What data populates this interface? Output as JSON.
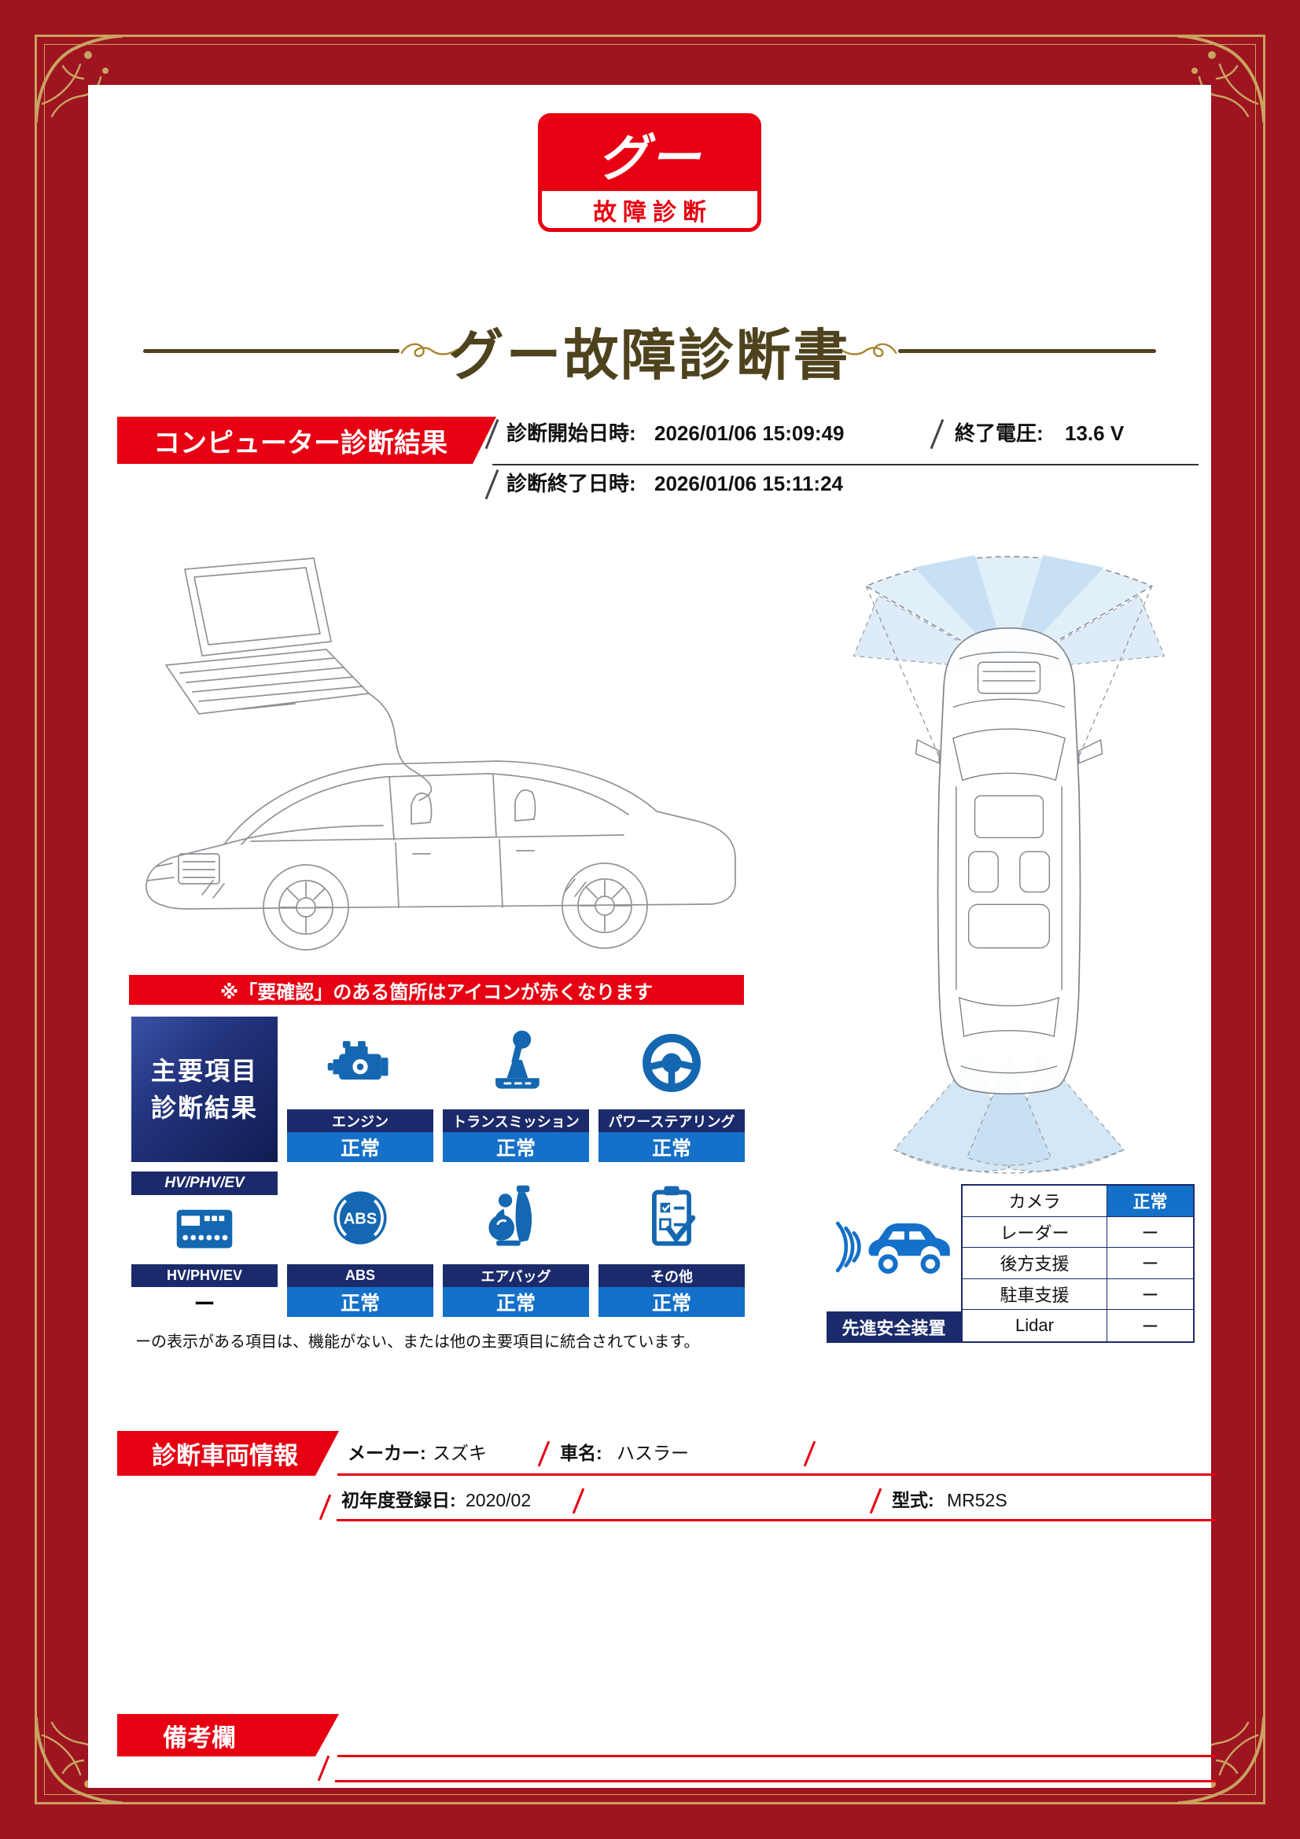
{
  "colors": {
    "frame_red": "#9e1420",
    "gold": "#c8a35f",
    "accent_red": "#e60012",
    "navy": "#1b2a6b",
    "blue": "#1470c8",
    "title_brown": "#4e431d"
  },
  "logo": {
    "main": "グー",
    "sub": "故障診断"
  },
  "title": "グー故障診断書",
  "computer_diagnosis": {
    "banner": "コンピューター診断結果",
    "start": {
      "label": "診断開始日時:",
      "value": "2026/01/06 15:09:49"
    },
    "voltage": {
      "label": "終了電圧:",
      "value": "13.6 V"
    },
    "end": {
      "label": "診断終了日時:",
      "value": "2026/01/06 15:11:24"
    },
    "note": "※「要確認」のある箇所はアイコンが赤くなります",
    "summary_box": {
      "line1": "主要項目",
      "line2": "診断結果"
    },
    "items": [
      {
        "label": "エンジン",
        "status": "正常",
        "icon": "engine-icon"
      },
      {
        "label": "トランスミッション",
        "status": "正常",
        "icon": "transmission-icon"
      },
      {
        "label": "パワーステアリング",
        "status": "正常",
        "icon": "power-steering-icon"
      },
      {
        "header": "HV/PHV/EV",
        "label": "HV/PHV/EV",
        "status": "ー",
        "icon": "hv-phv-ev-icon"
      },
      {
        "label": "ABS",
        "status": "正常",
        "icon": "abs-icon"
      },
      {
        "label": "エアバッグ",
        "status": "正常",
        "icon": "airbag-icon"
      },
      {
        "label": "その他",
        "status": "正常",
        "icon": "other-items-icon"
      }
    ],
    "footnote": "ーの表示がある項目は、機能がない、または他の主要項目に統合されています。"
  },
  "advanced_safety": {
    "label": "先進安全装置",
    "rows": [
      {
        "name": "カメラ",
        "value": "正常"
      },
      {
        "name": "レーダー",
        "value": "ー"
      },
      {
        "name": "後方支援",
        "value": "ー"
      },
      {
        "name": "駐車支援",
        "value": "ー"
      },
      {
        "name": "Lidar",
        "value": "ー"
      }
    ]
  },
  "vehicle": {
    "banner": "診断車両情報",
    "maker": {
      "label": "メーカー:",
      "value": "スズキ"
    },
    "car_name": {
      "label": "車名:",
      "value": "ハスラー"
    },
    "first_registration": {
      "label": "初年度登録日:",
      "value": "2020/02"
    },
    "model_code": {
      "label": "型式:",
      "value": "MR52S"
    }
  },
  "remarks": {
    "banner": "備考欄"
  }
}
